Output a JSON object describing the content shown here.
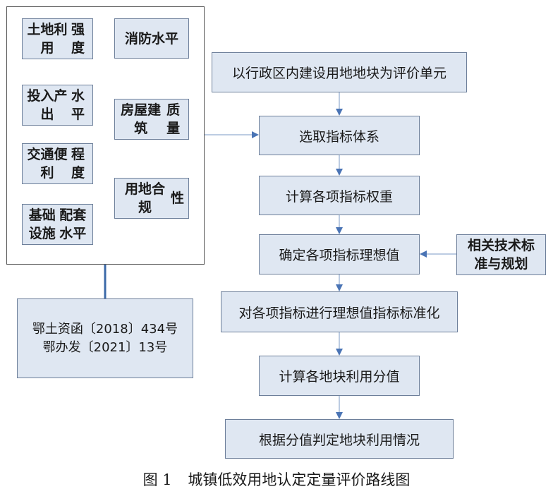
{
  "indicators": {
    "land_use_intensity": [
      "土地利用",
      "强度"
    ],
    "fire_protection": [
      "消防水平"
    ],
    "input_output": [
      "投入产出",
      "水平"
    ],
    "building_quality": [
      "房屋建筑",
      "质量"
    ],
    "traffic_convenience": [
      "交通便利",
      "程度"
    ],
    "land_compliance": [
      "用地合规",
      "性"
    ],
    "infrastructure": [
      "基础设施",
      "配套水平"
    ]
  },
  "documents": [
    "鄂土资函〔2018〕434号",
    "鄂办发〔2021〕13号"
  ],
  "flow_steps": [
    "以行政区内建设用地地块为评价单元",
    "选取指标体系",
    "计算各项指标权重",
    "确定各项指标理想值",
    "对各项指标进行理想值指标标准化",
    "计算各地块利用分值",
    "根据分值判定地块利用情况"
  ],
  "standards": [
    "相关技术标",
    "准与规划"
  ],
  "caption": {
    "number": "图 1",
    "title": "城镇低效用地认定定量评价路线图"
  },
  "colors": {
    "box_fill": "#dfe7f2",
    "box_border": "#6d7f9a",
    "arrow": "#4a74b5",
    "connector": "#3c6aa8"
  }
}
